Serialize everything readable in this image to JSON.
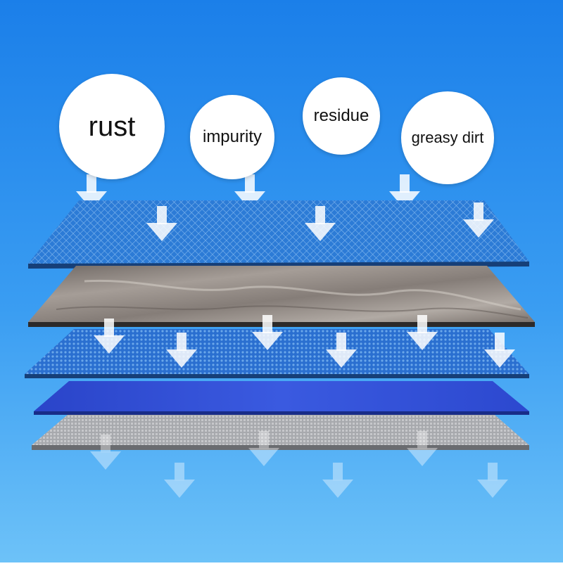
{
  "labels": {
    "rust": "rust",
    "impurity": "impurity",
    "residue": "residue",
    "greasy_dirt": "greasy dirt"
  },
  "colors": {
    "background_top": "#1d80e8",
    "background_bottom": "#6cc0f8",
    "mesh_layer": "#2f7fd8",
    "stone_layer": "#8a827c",
    "solid_blue_layer": "#2f4fd6",
    "grey_mesh_layer": "#b4b6ba",
    "arrow": "#ffffff"
  },
  "icons": {
    "arrow": "down-arrow-icon"
  }
}
